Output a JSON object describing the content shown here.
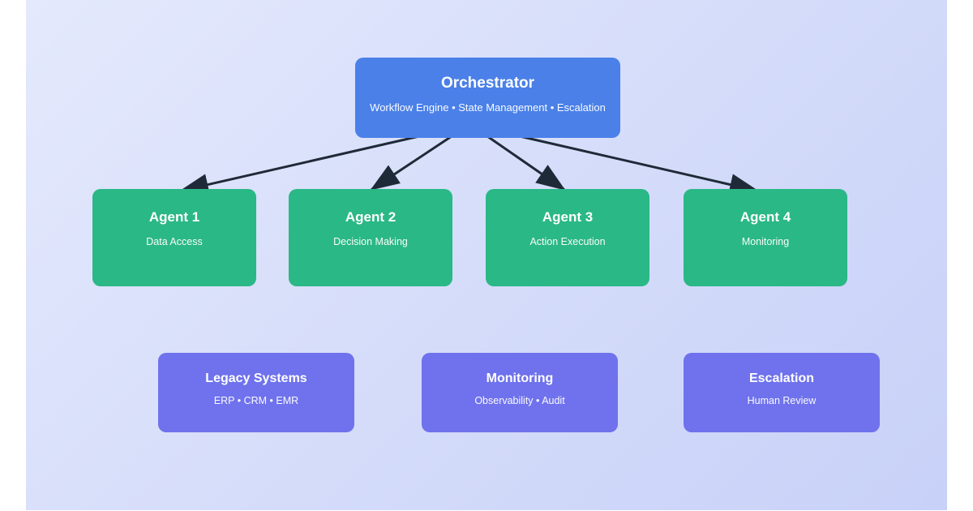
{
  "diagram": {
    "orchestrator": {
      "title": "Orchestrator",
      "subtitle": "Workflow Engine • State Management • Escalation"
    },
    "agents": [
      {
        "title": "Agent 1",
        "subtitle": "Data Access"
      },
      {
        "title": "Agent 2",
        "subtitle": "Decision Making"
      },
      {
        "title": "Agent 3",
        "subtitle": "Action Execution"
      },
      {
        "title": "Agent 4",
        "subtitle": "Monitoring"
      }
    ],
    "systems": [
      {
        "title": "Legacy Systems",
        "subtitle": "ERP • CRM • EMR"
      },
      {
        "title": "Monitoring",
        "subtitle": "Observability • Audit"
      },
      {
        "title": "Escalation",
        "subtitle": "Human Review"
      }
    ],
    "colors": {
      "orchestrator_fill": "#4a80e8",
      "agent_fill": "#2ab886",
      "system_fill": "#6f72ec",
      "arrow": "#1f2a38",
      "background_gradient_start": "#e4e9fc",
      "background_gradient_end": "#c8d1f8",
      "page": "#ffffff",
      "text": "#ffffff"
    }
  }
}
